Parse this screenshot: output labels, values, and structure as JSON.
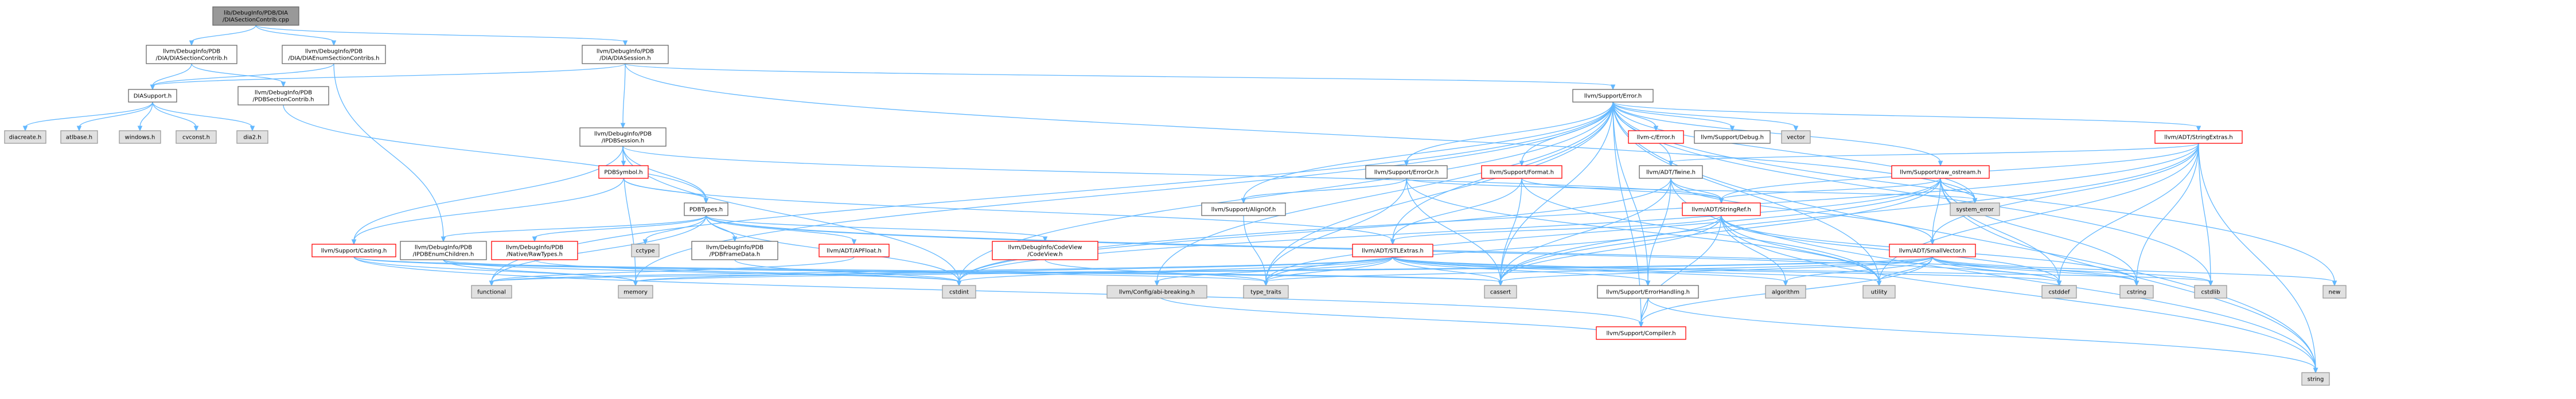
{
  "graph": {
    "nodes": [
      {
        "id": "root",
        "lines": [
          "lib/DebugInfo/PDB/DIA",
          "/DIASectionContrib.cpp"
        ],
        "kind": "root"
      },
      {
        "id": "diasectioncontrib_h",
        "lines": [
          "llvm/DebugInfo/PDB",
          "/DIA/DIASectionContrib.h"
        ],
        "kind": "doc"
      },
      {
        "id": "diaenumsectioncontribs_h",
        "lines": [
          "llvm/DebugInfo/PDB",
          "/DIA/DIAEnumSectionContribs.h"
        ],
        "kind": "doc"
      },
      {
        "id": "diasession_h",
        "lines": [
          "llvm/DebugInfo/PDB",
          "/DIA/DIASession.h"
        ],
        "kind": "doc"
      },
      {
        "id": "diasupport_h",
        "lines": [
          "DIASupport.h"
        ],
        "kind": "doc"
      },
      {
        "id": "pdbsectioncontrib_h",
        "lines": [
          "llvm/DebugInfo/PDB",
          "/PDBSectionContrib.h"
        ],
        "kind": "doc"
      },
      {
        "id": "diacreate_h",
        "lines": [
          "diacreate.h"
        ],
        "kind": "sys"
      },
      {
        "id": "atlbase_h",
        "lines": [
          "atlbase.h"
        ],
        "kind": "sys"
      },
      {
        "id": "windows_h",
        "lines": [
          "windows.h"
        ],
        "kind": "sys"
      },
      {
        "id": "cvconst_h",
        "lines": [
          "cvconst.h"
        ],
        "kind": "sys"
      },
      {
        "id": "dia2_h",
        "lines": [
          "dia2.h"
        ],
        "kind": "sys"
      },
      {
        "id": "error_h",
        "lines": [
          "llvm/Support/Error.h"
        ],
        "kind": "doc"
      },
      {
        "id": "ipdbsession_h",
        "lines": [
          "llvm/DebugInfo/PDB",
          "/IPDBSession.h"
        ],
        "kind": "doc"
      },
      {
        "id": "llvm_c_error",
        "lines": [
          "llvm-c/Error.h"
        ],
        "kind": "red"
      },
      {
        "id": "debug_h",
        "lines": [
          "llvm/Support/Debug.h"
        ],
        "kind": "doc"
      },
      {
        "id": "vector",
        "lines": [
          "vector"
        ],
        "kind": "sys"
      },
      {
        "id": "stringextras_h",
        "lines": [
          "llvm/ADT/StringExtras.h"
        ],
        "kind": "red"
      },
      {
        "id": "pdbsymbol_h",
        "lines": [
          "PDBSymbol.h"
        ],
        "kind": "red"
      },
      {
        "id": "erroror_h",
        "lines": [
          "llvm/Support/ErrorOr.h"
        ],
        "kind": "doc"
      },
      {
        "id": "format_h",
        "lines": [
          "llvm/Support/Format.h"
        ],
        "kind": "red"
      },
      {
        "id": "twine_h",
        "lines": [
          "llvm/ADT/Twine.h"
        ],
        "kind": "doc"
      },
      {
        "id": "raw_ostream_h",
        "lines": [
          "llvm/Support/raw_ostream.h"
        ],
        "kind": "red"
      },
      {
        "id": "system_error",
        "lines": [
          "system_error"
        ],
        "kind": "sys"
      },
      {
        "id": "alignof_h",
        "lines": [
          "llvm/Support/AlignOf.h"
        ],
        "kind": "doc"
      },
      {
        "id": "stringref_h",
        "lines": [
          "llvm/ADT/StringRef.h"
        ],
        "kind": "red"
      },
      {
        "id": "pdbtypes_h",
        "lines": [
          "PDBTypes.h"
        ],
        "kind": "doc"
      },
      {
        "id": "casting_h",
        "lines": [
          "llvm/Support/Casting.h"
        ],
        "kind": "red"
      },
      {
        "id": "ipdbenumchildren_h",
        "lines": [
          "llvm/DebugInfo/PDB",
          "/IPDBEnumChildren.h"
        ],
        "kind": "doc"
      },
      {
        "id": "rawtypes_h",
        "lines": [
          "llvm/DebugInfo/PDB",
          "/Native/RawTypes.h"
        ],
        "kind": "red"
      },
      {
        "id": "cctype",
        "lines": [
          "cctype"
        ],
        "kind": "sys"
      },
      {
        "id": "pdbframedata_h",
        "lines": [
          "llvm/DebugInfo/PDB",
          "/PDBFrameData.h"
        ],
        "kind": "doc"
      },
      {
        "id": "apfloat_h",
        "lines": [
          "llvm/ADT/APFloat.h"
        ],
        "kind": "red"
      },
      {
        "id": "codeview_h",
        "lines": [
          "llvm/DebugInfo/CodeView",
          "/CodeView.h"
        ],
        "kind": "red"
      },
      {
        "id": "stlextras_h",
        "lines": [
          "llvm/ADT/STLExtras.h"
        ],
        "kind": "red"
      },
      {
        "id": "smallvector_h",
        "lines": [
          "llvm/ADT/SmallVector.h"
        ],
        "kind": "red"
      },
      {
        "id": "functional",
        "lines": [
          "functional"
        ],
        "kind": "sys"
      },
      {
        "id": "memory",
        "lines": [
          "memory"
        ],
        "kind": "sys"
      },
      {
        "id": "abi_breaking_h",
        "lines": [
          "llvm/Config/abi-breaking.h"
        ],
        "kind": "sys"
      },
      {
        "id": "type_traits",
        "lines": [
          "type_traits"
        ],
        "kind": "sys"
      },
      {
        "id": "cstdint",
        "lines": [
          "cstdint"
        ],
        "kind": "sys"
      },
      {
        "id": "cassert",
        "lines": [
          "cassert"
        ],
        "kind": "sys"
      },
      {
        "id": "errorhandling_h",
        "lines": [
          "llvm/Support/ErrorHandling.h"
        ],
        "kind": "doc"
      },
      {
        "id": "algorithm",
        "lines": [
          "algorithm"
        ],
        "kind": "sys"
      },
      {
        "id": "utility",
        "lines": [
          "utility"
        ],
        "kind": "sys"
      },
      {
        "id": "cstddef",
        "lines": [
          "cstddef"
        ],
        "kind": "sys"
      },
      {
        "id": "cstring",
        "lines": [
          "cstring"
        ],
        "kind": "sys"
      },
      {
        "id": "cstdlib",
        "lines": [
          "cstdlib"
        ],
        "kind": "sys"
      },
      {
        "id": "new",
        "lines": [
          "new"
        ],
        "kind": "sys"
      },
      {
        "id": "compiler_h",
        "lines": [
          "llvm/Support/Compiler.h"
        ],
        "kind": "red"
      },
      {
        "id": "string",
        "lines": [
          "string"
        ],
        "kind": "sys"
      }
    ],
    "edges": [
      [
        "root",
        "diasectioncontrib_h"
      ],
      [
        "root",
        "diaenumsectioncontribs_h"
      ],
      [
        "root",
        "diasession_h"
      ],
      [
        "diasectioncontrib_h",
        "diasupport_h"
      ],
      [
        "diasectioncontrib_h",
        "pdbsectioncontrib_h"
      ],
      [
        "diaenumsectioncontribs_h",
        "diasupport_h"
      ],
      [
        "diaenumsectioncontribs_h",
        "ipdbenumchildren_h"
      ],
      [
        "diasession_h",
        "diasupport_h"
      ],
      [
        "diasession_h",
        "ipdbsession_h"
      ],
      [
        "diasession_h",
        "error_h"
      ],
      [
        "diasession_h",
        "system_error"
      ],
      [
        "diasupport_h",
        "diacreate_h"
      ],
      [
        "diasupport_h",
        "atlbase_h"
      ],
      [
        "diasupport_h",
        "windows_h"
      ],
      [
        "diasupport_h",
        "cvconst_h"
      ],
      [
        "diasupport_h",
        "dia2_h"
      ],
      [
        "pdbsectioncontrib_h",
        "pdbtypes_h"
      ],
      [
        "error_h",
        "llvm_c_error"
      ],
      [
        "error_h",
        "debug_h"
      ],
      [
        "error_h",
        "vector"
      ],
      [
        "error_h",
        "stringextras_h"
      ],
      [
        "error_h",
        "erroror_h"
      ],
      [
        "error_h",
        "format_h"
      ],
      [
        "error_h",
        "twine_h"
      ],
      [
        "error_h",
        "raw_ostream_h"
      ],
      [
        "error_h",
        "alignof_h"
      ],
      [
        "error_h",
        "stlextras_h"
      ],
      [
        "error_h",
        "abi_breaking_h"
      ],
      [
        "error_h",
        "compiler_h"
      ],
      [
        "error_h",
        "errorhandling_h"
      ],
      [
        "error_h",
        "cassert"
      ],
      [
        "error_h",
        "cstdint"
      ],
      [
        "error_h",
        "cstdlib"
      ],
      [
        "error_h",
        "functional"
      ],
      [
        "error_h",
        "memory"
      ],
      [
        "error_h",
        "new"
      ],
      [
        "error_h",
        "optional"
      ],
      [
        "error_h",
        "string"
      ],
      [
        "error_h",
        "system_error"
      ],
      [
        "error_h",
        "type_traits"
      ],
      [
        "error_h",
        "utility"
      ],
      [
        "ipdbsession_h",
        "pdbsymbol_h"
      ],
      [
        "ipdbsession_h",
        "pdbtypes_h"
      ],
      [
        "ipdbsession_h",
        "casting_h"
      ],
      [
        "ipdbsession_h",
        "stringref_h"
      ],
      [
        "ipdbsession_h",
        "cstdint"
      ],
      [
        "ipdbsession_h",
        "memory"
      ],
      [
        "pdbsymbol_h",
        "pdbtypes_h"
      ],
      [
        "pdbsymbol_h",
        "casting_h"
      ],
      [
        "pdbsymbol_h",
        "stlextras_h"
      ],
      [
        "pdbtypes_h",
        "codeview_h"
      ],
      [
        "pdbtypes_h",
        "ipdbenumchildren_h"
      ],
      [
        "pdbtypes_h",
        "rawtypes_h"
      ],
      [
        "pdbtypes_h",
        "pdbframedata_h"
      ],
      [
        "pdbtypes_h",
        "apfloat_h"
      ],
      [
        "pdbtypes_h",
        "cctype"
      ],
      [
        "pdbtypes_h",
        "cstddef"
      ],
      [
        "pdbtypes_h",
        "cstdint"
      ],
      [
        "pdbtypes_h",
        "cstring"
      ],
      [
        "pdbtypes_h",
        "functional"
      ],
      [
        "stringextras_h",
        "smallvector_h"
      ],
      [
        "stringextras_h",
        "stringref_h"
      ],
      [
        "stringextras_h",
        "twine_h"
      ],
      [
        "stringextras_h",
        "cassert"
      ],
      [
        "stringextras_h",
        "cstddef"
      ],
      [
        "stringextras_h",
        "cstdint"
      ],
      [
        "stringextras_h",
        "cstdlib"
      ],
      [
        "stringextras_h",
        "cstring"
      ],
      [
        "stringextras_h",
        "string"
      ],
      [
        "stringextras_h",
        "utility"
      ],
      [
        "erroror_h",
        "alignof_h"
      ],
      [
        "erroror_h",
        "cassert"
      ],
      [
        "erroror_h",
        "system_error"
      ],
      [
        "erroror_h",
        "type_traits"
      ],
      [
        "erroror_h",
        "utility"
      ],
      [
        "format_h",
        "stlextras_h"
      ],
      [
        "format_h",
        "stringref_h"
      ],
      [
        "format_h",
        "cassert"
      ],
      [
        "format_h",
        "cstdio"
      ],
      [
        "format_h",
        "optional"
      ],
      [
        "format_h",
        "tuple"
      ],
      [
        "format_h",
        "utility"
      ],
      [
        "twine_h",
        "smallvector_h"
      ],
      [
        "twine_h",
        "stringref_h"
      ],
      [
        "twine_h",
        "errorhandling_h"
      ],
      [
        "twine_h",
        "cassert"
      ],
      [
        "twine_h",
        "cstdint"
      ],
      [
        "twine_h",
        "string"
      ],
      [
        "raw_ostream_h",
        "stringref_h"
      ],
      [
        "raw_ostream_h",
        "smallvector_h"
      ],
      [
        "raw_ostream_h",
        "cassert"
      ],
      [
        "raw_ostream_h",
        "cstddef"
      ],
      [
        "raw_ostream_h",
        "cstdint"
      ],
      [
        "raw_ostream_h",
        "cstring"
      ],
      [
        "raw_ostream_h",
        "string"
      ],
      [
        "raw_ostream_h",
        "system_error"
      ],
      [
        "raw_ostream_h",
        "type_traits"
      ],
      [
        "alignof_h",
        "type_traits"
      ],
      [
        "stringref_h",
        "stlextras_h"
      ],
      [
        "stringref_h",
        "compiler_h"
      ],
      [
        "stringref_h",
        "algorithm"
      ],
      [
        "stringref_h",
        "cassert"
      ],
      [
        "stringref_h",
        "cstddef"
      ],
      [
        "stringref_h",
        "cstring"
      ],
      [
        "stringref_h",
        "limits"
      ],
      [
        "stringref_h",
        "string"
      ],
      [
        "stringref_h",
        "type_traits"
      ],
      [
        "stringref_h",
        "utility"
      ],
      [
        "casting_h",
        "compiler_h"
      ],
      [
        "casting_h",
        "type_traits"
      ],
      [
        "casting_h",
        "cassert"
      ],
      [
        "casting_h",
        "memory"
      ],
      [
        "ipdbenumchildren_h",
        "cassert"
      ],
      [
        "ipdbenumchildren_h",
        "cstdint"
      ],
      [
        "ipdbenumchildren_h",
        "memory"
      ],
      [
        "rawtypes_h",
        "cstdint"
      ],
      [
        "pdbframedata_h",
        "cstdint"
      ],
      [
        "apfloat_h",
        "functional"
      ],
      [
        "codeview_h",
        "cinttypes"
      ],
      [
        "codeview_h",
        "type_traits"
      ],
      [
        "stlextras_h",
        "abi_breaking_h"
      ],
      [
        "stlextras_h",
        "errorhandling_h"
      ],
      [
        "stlextras_h",
        "algorithm"
      ],
      [
        "stlextras_h",
        "cassert"
      ],
      [
        "stlextras_h",
        "cstddef"
      ],
      [
        "stlextras_h",
        "cstdint"
      ],
      [
        "stlextras_h",
        "cstdlib"
      ],
      [
        "stlextras_h",
        "functional"
      ],
      [
        "stlextras_h",
        "memory"
      ],
      [
        "stlextras_h",
        "type_traits"
      ],
      [
        "stlextras_h",
        "utility"
      ],
      [
        "smallvector_h",
        "compiler_h"
      ],
      [
        "smallvector_h",
        "algorithm"
      ],
      [
        "smallvector_h",
        "cassert"
      ],
      [
        "smallvector_h",
        "cstddef"
      ],
      [
        "smallvector_h",
        "cstdlib"
      ],
      [
        "smallvector_h",
        "cstring"
      ],
      [
        "smallvector_h",
        "functional"
      ],
      [
        "smallvector_h",
        "memory"
      ],
      [
        "smallvector_h",
        "new"
      ],
      [
        "smallvector_h",
        "type_traits"
      ],
      [
        "smallvector_h",
        "utility"
      ],
      [
        "errorhandling_h",
        "compiler_h"
      ],
      [
        "errorhandling_h",
        "string"
      ],
      [
        "compiler_h",
        "abi_breaking_h"
      ]
    ]
  },
  "colors": {
    "edge": "#63B8FF",
    "root_fill": "#999999",
    "root_stroke": "#666666",
    "doc_fill": "#ffffff",
    "doc_stroke": "#666666",
    "sys_fill": "#e0e0e0",
    "sys_stroke": "#999999",
    "red_fill": "#ffffff",
    "red_stroke": "#ff0000",
    "text": "#000000"
  }
}
